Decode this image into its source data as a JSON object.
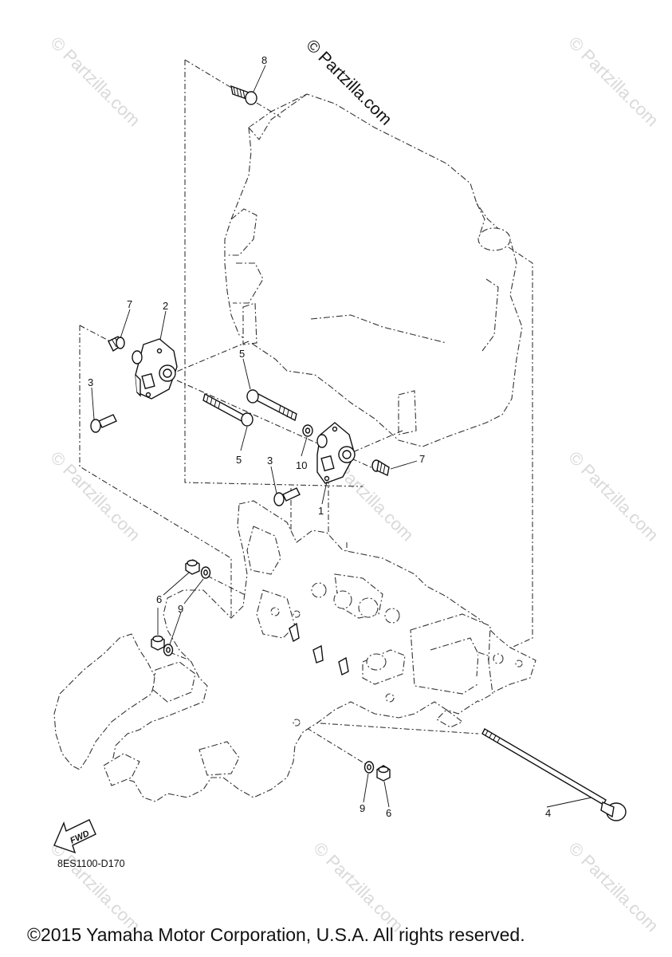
{
  "watermark": {
    "main": "© Partzilla.com",
    "tile": "© Partzilla.com"
  },
  "callouts": {
    "c1": "1",
    "c2": "2",
    "c3a": "3",
    "c3b": "3",
    "c4": "4",
    "c5a": "5",
    "c5b": "5",
    "c6a": "6",
    "c6b": "6",
    "c7a": "7",
    "c7b": "7",
    "c8": "8",
    "c9a": "9",
    "c9b": "9",
    "c10": "10"
  },
  "fwd_label": "FWD",
  "figure_number": "8ES1100-D170",
  "copyright": "©2015 Yamaha Motor Corporation, U.S.A. All rights reserved.",
  "colors": {
    "line": "#111111",
    "watermark": "#d9d9d9",
    "background": "#ffffff"
  }
}
